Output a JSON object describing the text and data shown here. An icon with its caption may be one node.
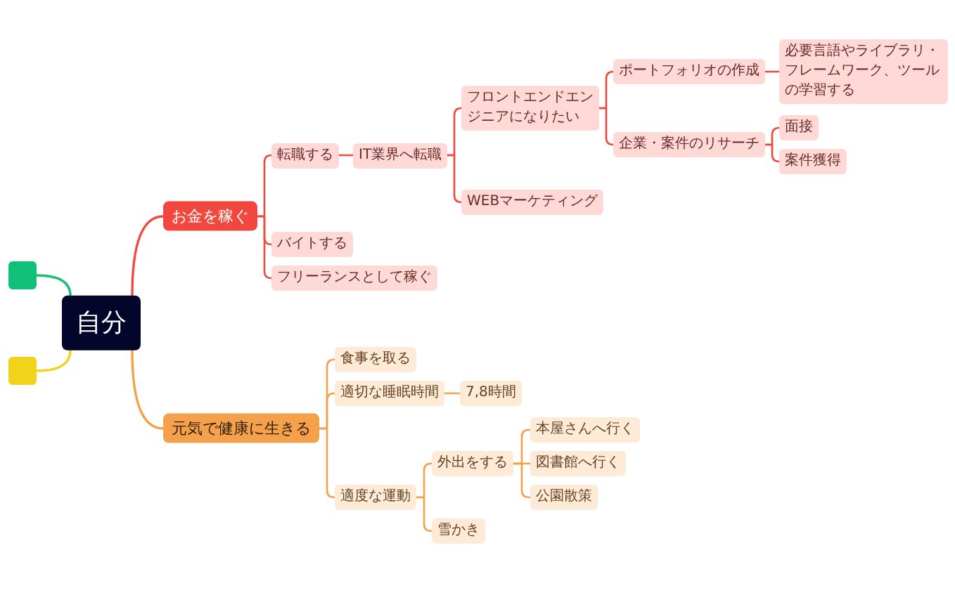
{
  "diagram": {
    "nodes": [
      {
        "text": [
          "自分"
        ]
      },
      {
        "text": [],
        "shape": "box"
      },
      {
        "text": [],
        "shape": "box"
      },
      {
        "text": [
          "お金を稼ぐ"
        ]
      },
      {
        "text": [
          "転職する"
        ]
      },
      {
        "text": [
          "IT業界へ転職"
        ]
      },
      {
        "text": [
          "フロントエンドエンジニアになりたい"
        ]
      },
      {
        "text": [
          "ポートフォリオの作成"
        ]
      },
      {
        "text": [
          "必要言語やライブラリ・フレームワーク、ツールの学習する"
        ]
      },
      {
        "text": [
          "企業・案件のリサーチ"
        ]
      },
      {
        "text": [
          "面接"
        ]
      },
      {
        "text": [
          "案件獲得"
        ]
      },
      {
        "text": [
          "WEBマーケティング"
        ]
      },
      {
        "text": [
          "バイトする"
        ]
      },
      {
        "text": [
          "フリーランスとして稼ぐ"
        ]
      },
      {
        "text": [
          "元気で健康に生きる"
        ]
      },
      {
        "text": [
          "食事を取る"
        ]
      },
      {
        "text": [
          "適切な睡眠時間"
        ]
      },
      {
        "text": [
          "7,8時間"
        ]
      },
      {
        "text": [
          "適度な運動"
        ]
      },
      {
        "text": [
          "外出をする"
        ]
      },
      {
        "text": [
          "本屋さんへ行く"
        ]
      },
      {
        "text": [
          "図書館へ行く"
        ]
      },
      {
        "text": [
          "公園散策"
        ]
      },
      {
        "text": [
          "雪かき"
        ]
      }
    ],
    "edges": [
      {
        "from": 0,
        "to": 1,
        "arrow": "none",
        "color": "#1dbf73"
      },
      {
        "from": 0,
        "to": 2,
        "arrow": "none",
        "color": "#f2d31b"
      },
      {
        "from": 0,
        "to": 3,
        "arrow": "none"
      },
      {
        "from": 3,
        "to": 4,
        "arrow": "none"
      },
      {
        "from": 4,
        "to": 5,
        "arrow": "none"
      },
      {
        "from": 5,
        "to": 6,
        "arrow": "none"
      },
      {
        "from": 6,
        "to": 7,
        "arrow": "none"
      },
      {
        "from": 7,
        "to": 8,
        "arrow": "none"
      },
      {
        "from": 6,
        "to": 9,
        "arrow": "none"
      },
      {
        "from": 9,
        "to": 10,
        "arrow": "none"
      },
      {
        "from": 9,
        "to": 11,
        "arrow": "none"
      },
      {
        "from": 5,
        "to": 12,
        "arrow": "none"
      },
      {
        "from": 3,
        "to": 13,
        "arrow": "none"
      },
      {
        "from": 3,
        "to": 14,
        "arrow": "none"
      },
      {
        "from": 0,
        "to": 15,
        "arrow": "none",
        "color": "#f5a04a"
      },
      {
        "from": 15,
        "to": 16,
        "arrow": "none",
        "color": "#f5a04a"
      },
      {
        "from": 15,
        "to": 17,
        "arrow": "none",
        "color": "#f5a04a"
      },
      {
        "from": 17,
        "to": 18,
        "arrow": "none",
        "color": "#f5a04a"
      },
      {
        "from": 15,
        "to": 19,
        "arrow": "none",
        "color": "#f5a04a"
      },
      {
        "from": 19,
        "to": 20,
        "arrow": "none",
        "color": "#f5a04a"
      },
      {
        "from": 20,
        "to": 21,
        "arrow": "none",
        "color": "#f5a04a"
      },
      {
        "from": 20,
        "to": 22,
        "arrow": "none",
        "color": "#f5a04a"
      },
      {
        "from": 20,
        "to": 23,
        "arrow": "none",
        "color": "#f5a04a"
      },
      {
        "from": 19,
        "to": 24,
        "arrow": "none",
        "color": "#f5a04a"
      }
    ]
  }
}
